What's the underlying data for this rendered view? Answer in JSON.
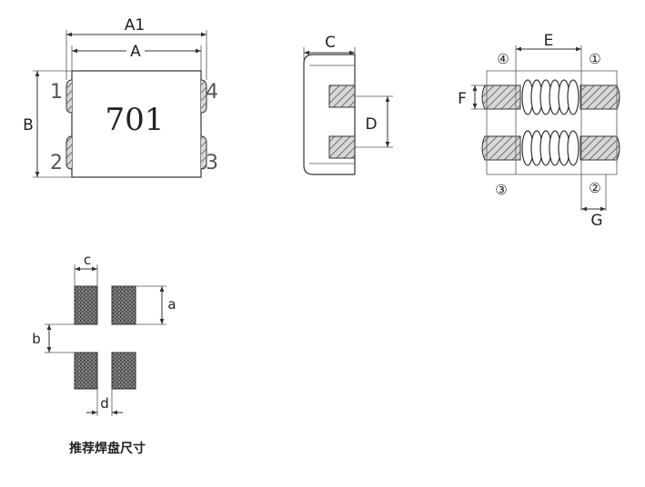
{
  "top_view": {
    "dim_a1": "A1",
    "dim_a": "A",
    "dim_b": "B",
    "marking": "701",
    "pin_1": "1",
    "pin_2": "2",
    "pin_3": "3",
    "pin_4": "4"
  },
  "side_view": {
    "dim_c": "C",
    "dim_d": "D"
  },
  "winding_view": {
    "dim_e": "E",
    "dim_f": "F",
    "dim_g": "G",
    "terminal_1": "①",
    "terminal_2": "②",
    "terminal_3": "③",
    "terminal_4": "④"
  },
  "pad_layout": {
    "dim_a": "a",
    "dim_b": "b",
    "dim_c": "c",
    "dim_d": "d",
    "caption": "推荐焊盘尺寸"
  },
  "colors": {
    "line": "#333333",
    "hatch": "#666666",
    "pad_fill": "#5a5a5a"
  }
}
